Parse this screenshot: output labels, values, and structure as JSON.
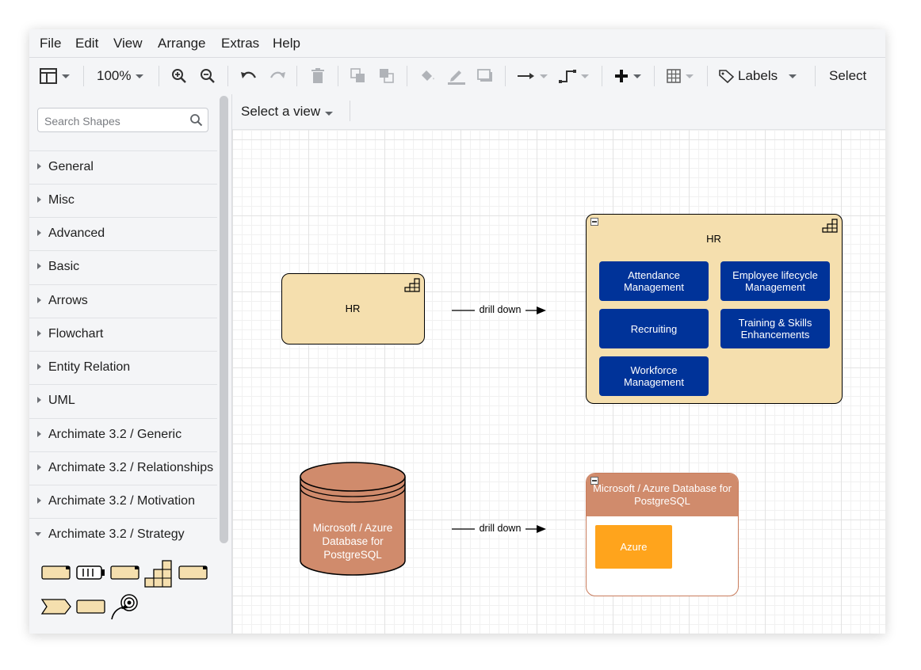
{
  "menu": [
    "File",
    "Edit",
    "View",
    "Arrange",
    "Extras",
    "Help"
  ],
  "toolbar": {
    "zoom": "100%",
    "labels": "Labels",
    "select": "Select"
  },
  "sidebar": {
    "search_placeholder": "Search Shapes",
    "categories": [
      "General",
      "Misc",
      "Advanced",
      "Basic",
      "Arrows",
      "Flowchart",
      "Entity Relation",
      "UML",
      "Archimate 3.2 / Generic",
      "Archimate 3.2 / Relationships",
      "Archimate 3.2 / Motivation",
      "Archimate 3.2 / Strategy"
    ]
  },
  "viewbar": {
    "select_view": "Select a view"
  },
  "diagram": {
    "hr_small": "HR",
    "edge1": "drill down",
    "hr_group": {
      "title": "HR",
      "items": [
        "Attendance Management",
        "Employee lifecycle Management",
        "Recruiting",
        "Training & Skills Enhancements",
        "Workforce Management"
      ]
    },
    "db_cylinder": "Microsoft / Azure Database for PostgreSQL",
    "edge2": "drill down",
    "db_group": {
      "title": "Microsoft / Azure Database for PostgreSQL",
      "child": "Azure"
    }
  },
  "colors": {
    "capability_fill": "#f5dfae",
    "service_blue": "#003399",
    "db_fill": "#d08b6c",
    "azure_orange": "#ffa41c"
  }
}
